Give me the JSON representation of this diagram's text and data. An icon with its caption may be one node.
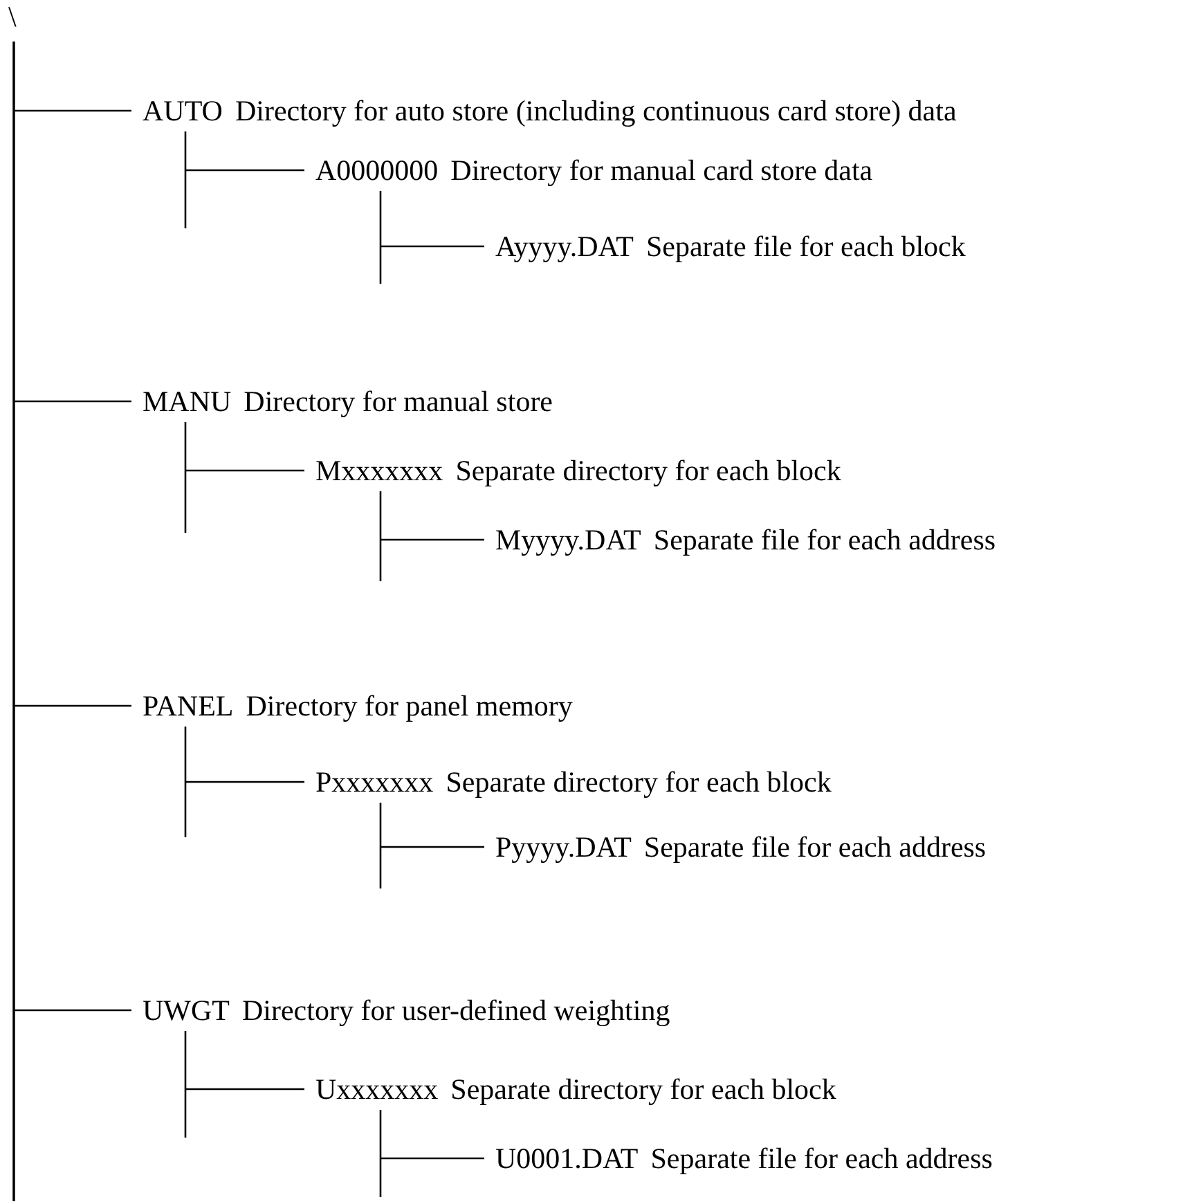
{
  "diagram": {
    "nodes": [
      {
        "text": [
          "\\"
        ]
      },
      {
        "text": [
          "AUTO",
          "Directory for auto store (including continuous card store) data"
        ]
      },
      {
        "text": [
          "A0000000",
          "Directory for manual card store data"
        ]
      },
      {
        "text": [
          "Ayyyy.DAT",
          "Separate file for each block"
        ]
      },
      {
        "text": [
          "MANU",
          "Directory for manual store"
        ]
      },
      {
        "text": [
          "Mxxxxxxx",
          "Separate directory for each block"
        ]
      },
      {
        "text": [
          "Myyyy.DAT",
          "Separate file for each address"
        ]
      },
      {
        "text": [
          "PANEL",
          "Directory for panel memory"
        ]
      },
      {
        "text": [
          "Pxxxxxxx",
          "Separate directory for each block"
        ]
      },
      {
        "text": [
          "Pyyyy.DAT",
          "Separate file for each address"
        ]
      },
      {
        "text": [
          "UWGT",
          "Directory for user-defined weighting"
        ]
      },
      {
        "text": [
          "Uxxxxxxx",
          "Separate directory for each block"
        ]
      },
      {
        "text": [
          "U0001.DAT",
          "Separate file for each address"
        ]
      }
    ],
    "edges": [
      {
        "from": 0,
        "to": 1,
        "arrow": "none"
      },
      {
        "from": 1,
        "to": 2,
        "arrow": "none"
      },
      {
        "from": 2,
        "to": 3,
        "arrow": "none"
      },
      {
        "from": 0,
        "to": 4,
        "arrow": "none"
      },
      {
        "from": 4,
        "to": 5,
        "arrow": "none"
      },
      {
        "from": 5,
        "to": 6,
        "arrow": "none"
      },
      {
        "from": 0,
        "to": 7,
        "arrow": "none"
      },
      {
        "from": 7,
        "to": 8,
        "arrow": "none"
      },
      {
        "from": 8,
        "to": 9,
        "arrow": "none"
      },
      {
        "from": 0,
        "to": 10,
        "arrow": "none"
      },
      {
        "from": 10,
        "to": 11,
        "arrow": "none"
      },
      {
        "from": 11,
        "to": 12,
        "arrow": "none"
      }
    ]
  }
}
